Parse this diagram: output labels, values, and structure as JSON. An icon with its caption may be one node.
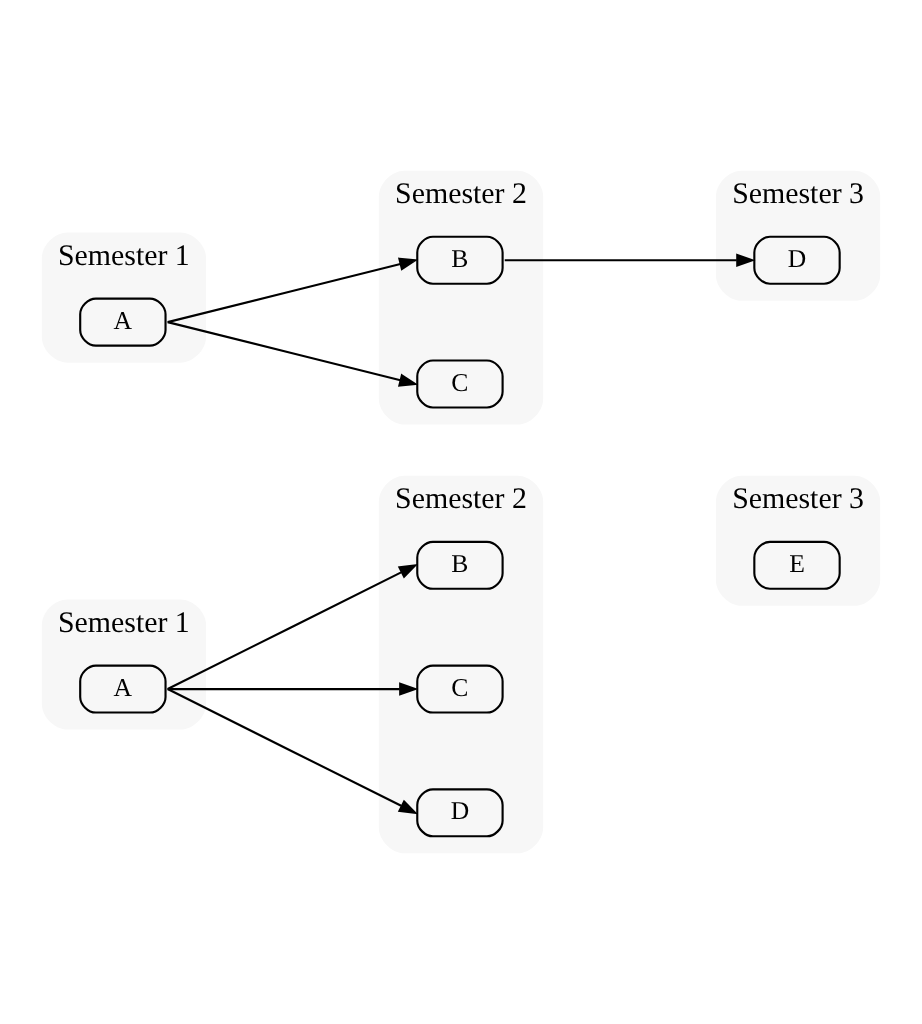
{
  "diagram": {
    "nodes": [
      {
        "text": [
          "Semester 1"
        ]
      },
      {
        "text": [
          "A"
        ],
        "in": 0
      },
      {
        "text": [
          "Semester 2"
        ]
      },
      {
        "text": [
          "B"
        ],
        "in": 2
      },
      {
        "text": [
          "C"
        ],
        "in": 2
      },
      {
        "text": [
          "D"
        ],
        "in": 2
      },
      {
        "text": [
          "Semester 3"
        ]
      },
      {
        "text": [
          "E"
        ],
        "in": 6
      },
      {
        "text": [
          "Semester 1"
        ]
      },
      {
        "text": [
          "A"
        ],
        "in": 8
      },
      {
        "text": [
          "Semester 2"
        ]
      },
      {
        "text": [
          "B"
        ],
        "in": 10
      },
      {
        "text": [
          "C"
        ],
        "in": 10
      },
      {
        "text": [
          "Semester 3"
        ]
      },
      {
        "text": [
          "D"
        ],
        "in": 13
      }
    ],
    "edges": [
      {
        "from": 1,
        "to": 3,
        "arrow": "to"
      },
      {
        "from": 1,
        "to": 4,
        "arrow": "to"
      },
      {
        "from": 1,
        "to": 5,
        "arrow": "to"
      },
      {
        "from": 9,
        "to": 11,
        "arrow": "to"
      },
      {
        "from": 11,
        "to": 14,
        "arrow": "to"
      },
      {
        "from": 9,
        "to": 12,
        "arrow": "to"
      }
    ]
  }
}
